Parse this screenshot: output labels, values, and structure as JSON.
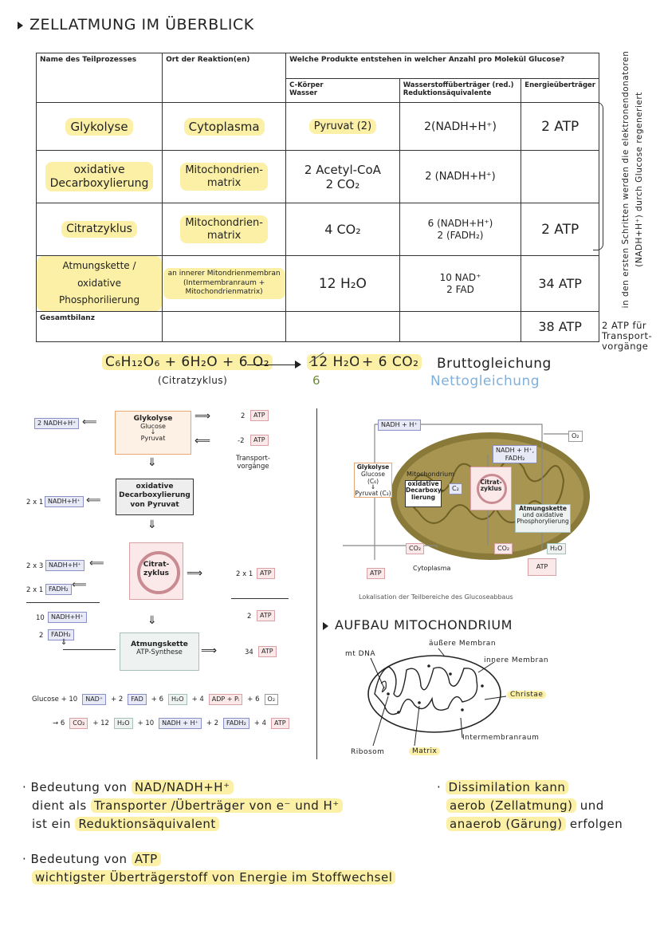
{
  "page_title": "ZELLATMUNG IM ÜBERBLICK",
  "table": {
    "headers": {
      "col1": "Name des Teilprozesses",
      "col2": "Ort der Reaktion(en)",
      "col3": "Welche Produkte entstehen in welcher Anzahl pro Molekül Glucose?",
      "sub1": "C-Körper\nWasser",
      "sub2": "Wasserstoffüberträger (red.)\nReduktionsäquivalente",
      "sub3": "Energieüberträger"
    },
    "rows": [
      {
        "name": "Glykolyse",
        "ort": "Cytoplasma",
        "c": "Pyruvat (2)",
        "h": "2(NADH+H⁺)",
        "e": "2  ATP"
      },
      {
        "name": "oxidative\nDecarboxylierung",
        "ort": "Mitochondrien-\nmatrix",
        "c": "2 Acetyl-CoA\n2 CO₂",
        "h": "2 (NADH+H⁺)",
        "e": ""
      },
      {
        "name": "Citratzyklus",
        "ort": "Mitochondrien-\nmatrix",
        "c": "4  CO₂",
        "h": "6 (NADH+H⁺)\n2 (FADH₂)",
        "e": "2  ATP"
      },
      {
        "name": "Atmungskette /\noxidative Phosphorilierung",
        "ort": "an innerer Mitondrienmembran\n(Intermembranraum +\nMitochondrienmatrix)",
        "c": "12 H₂O",
        "h": "10 NAD⁺\n2 FAD",
        "e": "34 ATP"
      }
    ],
    "total_label": "Gesamtbilanz",
    "total_atp": "38 ATP"
  },
  "side_note": {
    "vertical": "in den ersten Schritten werden die elektronendonatoren (NADH+H⁺) durch Glucose regeneriert",
    "transport": "2 ATP für\nTransport-\nvorgänge"
  },
  "equation": {
    "left": "C₆H₁₂O₆ + 6H₂O + 6 O₂",
    "sub": "(Citratzyklus)",
    "product1": "12 H₂O",
    "product1_alt": "6",
    "product2": "+ 6  CO₂",
    "brutto": "Bruttogleichung",
    "netto": "Nettogleichung"
  },
  "left_diagram": {
    "glyk_title": "Glykolyse",
    "glyk_sub1": "Glucose",
    "glyk_sub2": "Pyruvat",
    "nadh_glyk": "2 NADH+H⁺",
    "atp_plus": "2",
    "atp_minus": "-2",
    "atp_label": "ATP",
    "transport": "Transport-\nvorgänge",
    "oxdec": "oxidative\nDecarboxylierung\nvon Pyruvat",
    "nadh_ox_prefix": "2 x 1",
    "nadh_label": "NADH+H⁺",
    "citrat": "Citrat-\nzyklus",
    "nadh_cit_prefix": "2 x 3",
    "fadh_cit_prefix": "2 x 1",
    "fadh_label": "FADH₂",
    "atp_cit_prefix": "2 x 1",
    "sum_nadh_prefix": "10",
    "sum_fadh_prefix": "2",
    "sum_atp_prefix": "2",
    "atmung_title": "Atmungskette",
    "atmung_sub": "ATP-Synthese",
    "atmung_atp_prefix": "34",
    "eq1": [
      "Glucose + 10",
      "NAD⁺",
      "+ 2",
      "FAD",
      "+ 6",
      "H₂O",
      "+ 4",
      "ADP + Pᵢ",
      "+ 6",
      "O₂"
    ],
    "eq2": [
      "→ 6",
      "CO₂",
      "+ 12",
      "H₂O",
      "+ 10",
      "NADH + H⁺",
      "+ 2",
      "FADH₂",
      "+ 4",
      "ATP"
    ]
  },
  "right_diagram": {
    "nadh_top": "NADH + H⁺",
    "o2": "O₂",
    "nadh_fadh": "NADH + H⁺,\nFADH₂",
    "mito": "Mitochondrium",
    "glyk": "Glykolyse",
    "glucose": "Glucose (C₆)",
    "pyruvat": "Pyruvat (C₃)",
    "oxdec": "oxidative\nDecarboxy-\nlierung",
    "c2": "C₂",
    "citrat": "Citrat-\nzyklus",
    "atmung": "Atmungskette",
    "atmung_sub": "und oxidative\nPhosphorylierung",
    "co2a": "CO₂",
    "co2b": "CO₂",
    "h2o": "H₂O",
    "atp_left": "ATP",
    "cyto": "Cytoplasma",
    "atp_right": "ATP",
    "caption": "Lokalisation der Teilbereiche des Glucoseabbaus"
  },
  "mito_section": {
    "title": "AUFBAU MITOCHONDRIUM",
    "dna": "mt DNA",
    "outer": "äußere Membran",
    "inner": "innere Membran",
    "cristae": "Christae",
    "inter": "Intermembranraum",
    "ribosom": "Ribosom",
    "matrix": "Matrix"
  },
  "notes": {
    "nad_title_a": "Bedeutung von ",
    "nad_title_b": "NAD/NADH+H⁺",
    "nad_l2a": "dient als ",
    "nad_l2b": "Transporter /Überträger von e⁻ und H⁺",
    "nad_l3a": "ist ein ",
    "nad_l3b": "Reduktionsäquivalent",
    "dis_l1": "Dissimilation kann",
    "dis_l2a": "aerob (Zellatmung)",
    "dis_l2b": " und",
    "dis_l3a": "anaerob (Gärung)",
    "dis_l3b": " erfolgen",
    "atp_title_a": "Bedeutung von ",
    "atp_title_b": "ATP",
    "atp_l2": "wichtigster Überträgerstoff von Energie im Stoffwechsel"
  },
  "colors": {
    "highlight": "#fbf0a6",
    "netto_blue": "#7fb0dc",
    "mito_outer": "#8a7a3a",
    "mito_fill": "#a89552"
  }
}
